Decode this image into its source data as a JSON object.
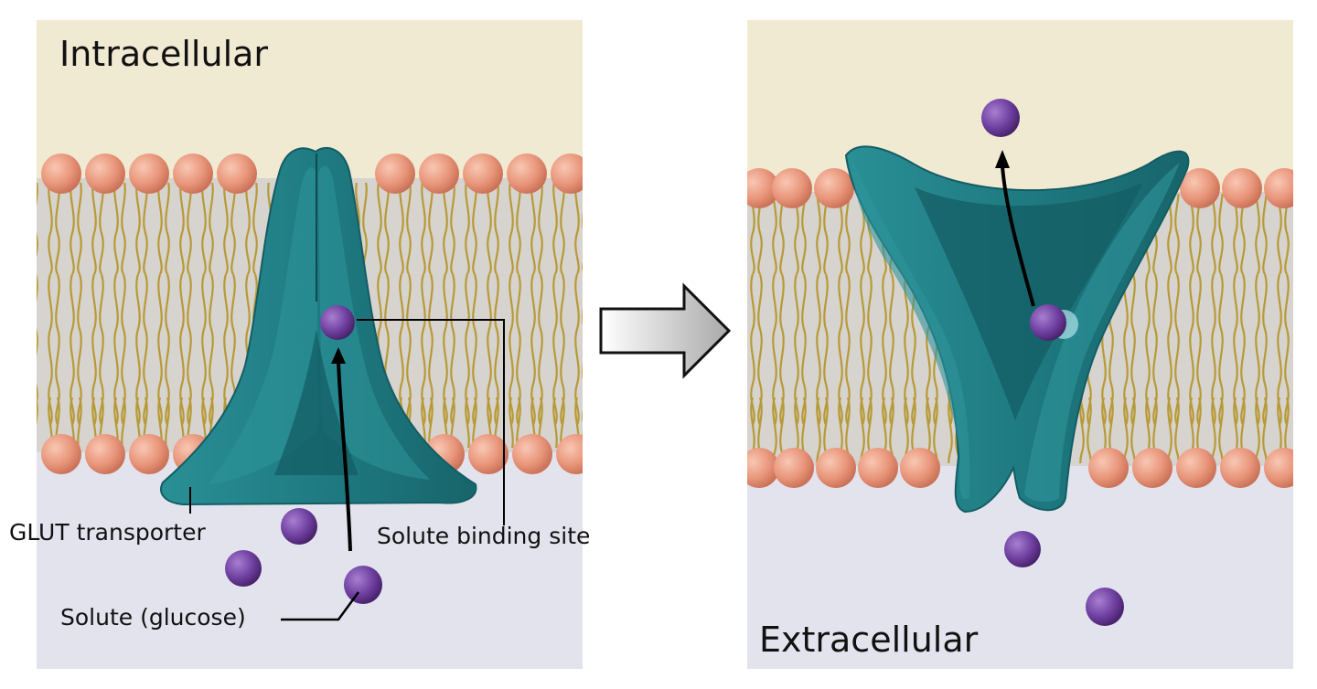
{
  "labels": {
    "intracellular": "Intracellular",
    "extracellular": "Extracellular",
    "glut_transporter": "GLUT transporter",
    "solute_binding_site": "Solute binding site",
    "solute_glucose": "Solute (glucose)"
  },
  "icons": {
    "transition": "arrow-right-icon"
  },
  "colors": {
    "top_band": "#f1ead3",
    "membrane_core": "#d7d3cf",
    "bottom_band": "#e3e3ee",
    "lipid_head": "#e8957a",
    "lipid_tail": "#b79a36",
    "protein": "#1f7b82",
    "protein_dark": "#135d63",
    "solute": "#6f3fa0",
    "arrow_gradient_start": "#ffffff",
    "arrow_gradient_end": "#a9a9a9"
  }
}
